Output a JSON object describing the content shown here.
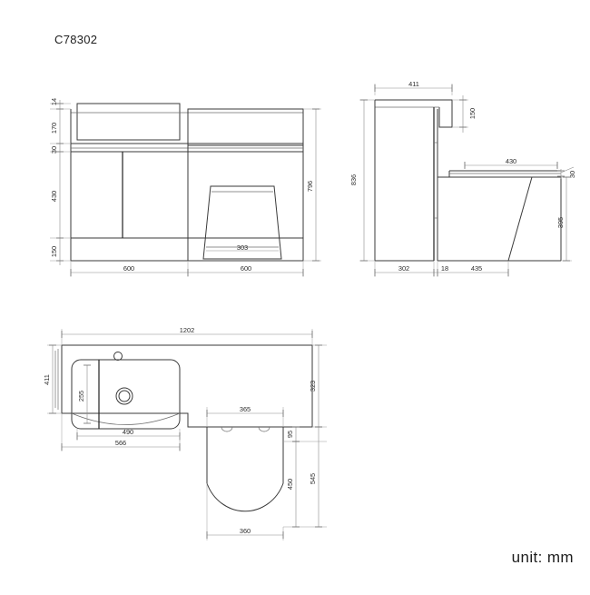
{
  "drawing": {
    "part_number": "C78302",
    "unit_note": "unit: mm",
    "line_color": "#3a3a3a",
    "dim_color": "#8c8c8c",
    "text_color": "#2b2b2b",
    "background": "#ffffff"
  },
  "views": {
    "front": {
      "name": "front-elevation",
      "dimensions": {
        "top_gap": "14",
        "drawer_height": "170",
        "worktop_thickness": "30",
        "door_height": "430",
        "plinth_height": "150",
        "overall_height": "796",
        "vanity_width": "600",
        "wc_unit_width": "600",
        "pan_base_width": "303"
      }
    },
    "side": {
      "name": "side-elevation",
      "dimensions": {
        "top_depth": "411",
        "shelf_height": "150",
        "seat_length": "430",
        "seat_thickness": "30",
        "pan_height": "395",
        "overall_height": "836",
        "cabinet_depth": "302",
        "panel_thickness": "18",
        "pan_depth": "435"
      }
    },
    "plan": {
      "name": "plan-view",
      "dimensions": {
        "overall_width": "1202",
        "basin_depth": "411",
        "bowl_depth": "255",
        "bowl_width": "490",
        "basin_width": "566",
        "wc_unit_width": "365",
        "worktop_depth": "323",
        "seat_offset": "95",
        "seat_length": "450",
        "total_projection": "545",
        "seat_width": "360"
      }
    }
  }
}
